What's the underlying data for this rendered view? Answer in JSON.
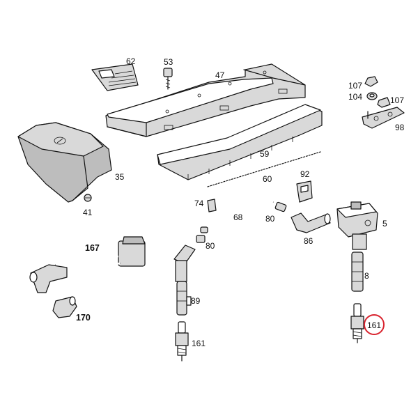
{
  "labels": {
    "l62": "62",
    "l53": "53",
    "l47": "47",
    "l107a": "107",
    "l104": "104",
    "l107b": "107",
    "l98": "98",
    "l35": "35",
    "l41": "41",
    "l59": "59",
    "l60": "60",
    "l92": "92",
    "l74": "74",
    "l68": "68",
    "l80a": "80",
    "l80b": "80",
    "l86": "86",
    "l5": "5",
    "l167": "167",
    "l8": "8",
    "l89": "89",
    "l170": "170",
    "l161a": "161",
    "l161b": "161"
  },
  "highlight_color": "#d9232e"
}
